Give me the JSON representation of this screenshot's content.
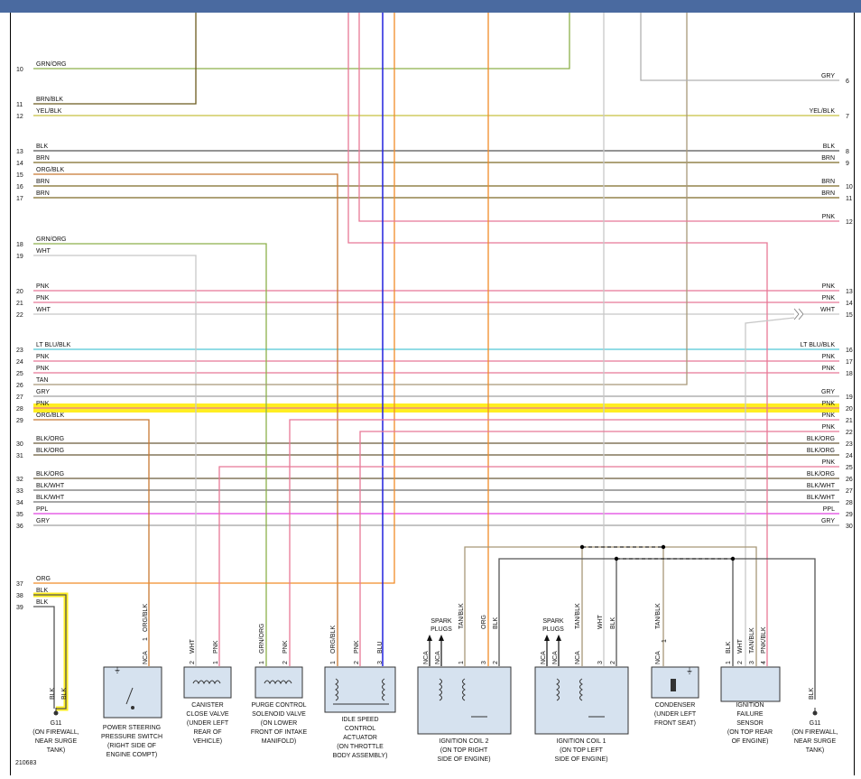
{
  "figure_id": "210683",
  "left_pins": [
    {
      "num": "10",
      "label": "GRN/ORG",
      "color": "#8db04a"
    },
    {
      "num": "11",
      "label": "BRN/BLK",
      "color": "#6b5a1e"
    },
    {
      "num": "12",
      "label": "YEL/BLK",
      "color": "#c8c040"
    },
    {
      "num": "13",
      "label": "BLK",
      "color": "#555555"
    },
    {
      "num": "14",
      "label": "BRN",
      "color": "#7d6a28"
    },
    {
      "num": "15",
      "label": "ORG/BLK",
      "color": "#c87832"
    },
    {
      "num": "16",
      "label": "BRN",
      "color": "#7d6a28"
    },
    {
      "num": "17",
      "label": "BRN",
      "color": "#7d6a28"
    },
    {
      "num": "18",
      "label": "GRN/ORG",
      "color": "#8db04a"
    },
    {
      "num": "19",
      "label": "WHT",
      "color": "#c8c8c8"
    },
    {
      "num": "20",
      "label": "PNK",
      "color": "#e87896"
    },
    {
      "num": "21",
      "label": "PNK",
      "color": "#e87896"
    },
    {
      "num": "22",
      "label": "WHT",
      "color": "#c8c8c8"
    },
    {
      "num": "23",
      "label": "LT BLU/BLK",
      "color": "#50c8d8"
    },
    {
      "num": "24",
      "label": "PNK",
      "color": "#e87896"
    },
    {
      "num": "25",
      "label": "PNK",
      "color": "#e87896"
    },
    {
      "num": "26",
      "label": "TAN",
      "color": "#a89878"
    },
    {
      "num": "27",
      "label": "GRY",
      "color": "#a0a0a0"
    },
    {
      "num": "28",
      "label": "PNK",
      "color": "#e87896"
    },
    {
      "num": "29",
      "label": "ORG/BLK",
      "color": "#c87832"
    },
    {
      "num": "30",
      "label": "BLK/ORG",
      "color": "#6b5a3a"
    },
    {
      "num": "31",
      "label": "BLK/ORG",
      "color": "#6b5a3a"
    },
    {
      "num": "32",
      "label": "BLK/ORG",
      "color": "#6b5a3a"
    },
    {
      "num": "33",
      "label": "BLK/WHT",
      "color": "#707070"
    },
    {
      "num": "34",
      "label": "BLK/WHT",
      "color": "#707070"
    },
    {
      "num": "35",
      "label": "PPL",
      "color": "#e040e0"
    },
    {
      "num": "36",
      "label": "GRY",
      "color": "#a0a0a0"
    },
    {
      "num": "37",
      "label": "ORG",
      "color": "#f08c28"
    },
    {
      "num": "38",
      "label": "BLK",
      "color": "#555555"
    },
    {
      "num": "39",
      "label": "BLK",
      "color": "#555555"
    }
  ],
  "right_pins": [
    {
      "num": "6",
      "label": "GRY"
    },
    {
      "num": "7",
      "label": "YEL/BLK"
    },
    {
      "num": "8",
      "label": "BLK"
    },
    {
      "num": "9",
      "label": "BRN"
    },
    {
      "num": "10",
      "label": "BRN"
    },
    {
      "num": "11",
      "label": "BRN"
    },
    {
      "num": "12",
      "label": "PNK"
    },
    {
      "num": "13",
      "label": "PNK"
    },
    {
      "num": "14",
      "label": "PNK"
    },
    {
      "num": "15",
      "label": "WHT"
    },
    {
      "num": "16",
      "label": "LT BLU/BLK"
    },
    {
      "num": "17",
      "label": "PNK"
    },
    {
      "num": "18",
      "label": "PNK"
    },
    {
      "num": "19",
      "label": "GRY"
    },
    {
      "num": "20",
      "label": "PNK"
    },
    {
      "num": "21",
      "label": "PNK"
    },
    {
      "num": "22",
      "label": "PNK"
    },
    {
      "num": "23",
      "label": "BLK/ORG"
    },
    {
      "num": "24",
      "label": "BLK/ORG"
    },
    {
      "num": "25",
      "label": "PNK"
    },
    {
      "num": "26",
      "label": "BLK/ORG"
    },
    {
      "num": "27",
      "label": "BLK/WHT"
    },
    {
      "num": "28",
      "label": "BLK/WHT"
    },
    {
      "num": "29",
      "label": "PPL"
    },
    {
      "num": "30",
      "label": "GRY"
    }
  ],
  "components": {
    "g11_left": {
      "wire": "BLK",
      "lines": [
        "G11",
        "(ON FIREWALL,",
        "NEAR SURGE",
        "TANK)"
      ]
    },
    "g11_right": {
      "wire": "BLK",
      "lines": [
        "G11",
        "(ON FIREWALL,",
        "NEAR SURGE",
        "TANK)"
      ]
    },
    "ps_switch": {
      "pins": [
        "NCA",
        "1"
      ],
      "wires": [
        "ORG/BLK"
      ],
      "lines": [
        "POWER STEERING",
        "PRESSURE SWITCH",
        "(RIGHT SIDE OF",
        "ENGINE COMPT)"
      ]
    },
    "canister": {
      "pins": [
        "2",
        "1"
      ],
      "wires": [
        "WHT",
        "PNK"
      ],
      "lines": [
        "CANISTER",
        "CLOSE VALVE",
        "(UNDER LEFT",
        "REAR OF",
        "VEHICLE)"
      ]
    },
    "purge": {
      "pins": [
        "1",
        "2"
      ],
      "wires": [
        "GRN/ORG",
        "PNK"
      ],
      "lines": [
        "PURGE CONTROL",
        "SOLENOID VALVE",
        "(ON LOWER",
        "FRONT OF INTAKE",
        "MANIFOLD)"
      ]
    },
    "idle": {
      "pins": [
        "1",
        "2",
        "3"
      ],
      "wires": [
        "ORG/BLK",
        "PNK",
        "BLU"
      ],
      "lines": [
        "IDLE SPEED",
        "CONTROL",
        "ACTUATOR",
        "(ON THROTTLE",
        "BODY ASSEMBLY)"
      ]
    },
    "coil2": {
      "spark": [
        "SPARK",
        "PLUGS"
      ],
      "pins": [
        "NCA",
        "NCA",
        "1",
        "3",
        "2"
      ],
      "wires": [
        "TAN/BLK",
        "ORG",
        "BLK"
      ],
      "lines": [
        "IGNITION COIL 2",
        "(ON TOP RIGHT",
        "SIDE OF ENGINE)"
      ]
    },
    "coil1": {
      "spark": [
        "SPARK",
        "PLUGS"
      ],
      "pins": [
        "NCA",
        "NCA",
        "NCA",
        "3",
        "2"
      ],
      "wires": [
        "TAN/BLK",
        "WHT",
        "BLK"
      ],
      "lines": [
        "IGNITION COIL 1",
        "(ON TOP LEFT",
        "SIDE OF ENGINE)"
      ]
    },
    "condenser": {
      "pins": [
        "NCA",
        "1"
      ],
      "wires": [
        "TAN/BLK"
      ],
      "lines": [
        "CONDENSER",
        "(UNDER LEFT",
        "FRONT SEAT)"
      ]
    },
    "ifs": {
      "pins": [
        "1",
        "2",
        "3",
        "4"
      ],
      "wires": [
        "BLK",
        "WHT",
        "TAN/BLK",
        "PNK/BLK"
      ],
      "lines": [
        "IGNITION",
        "FAILURE",
        "SENSOR",
        "(ON TOP REAR",
        "OF ENGINE)"
      ]
    }
  },
  "colors": {
    "highlight": "#ffee22",
    "blue": "#2020dd",
    "orange": "#f08c28",
    "border": "#000000",
    "header": "#4a6aa0"
  }
}
